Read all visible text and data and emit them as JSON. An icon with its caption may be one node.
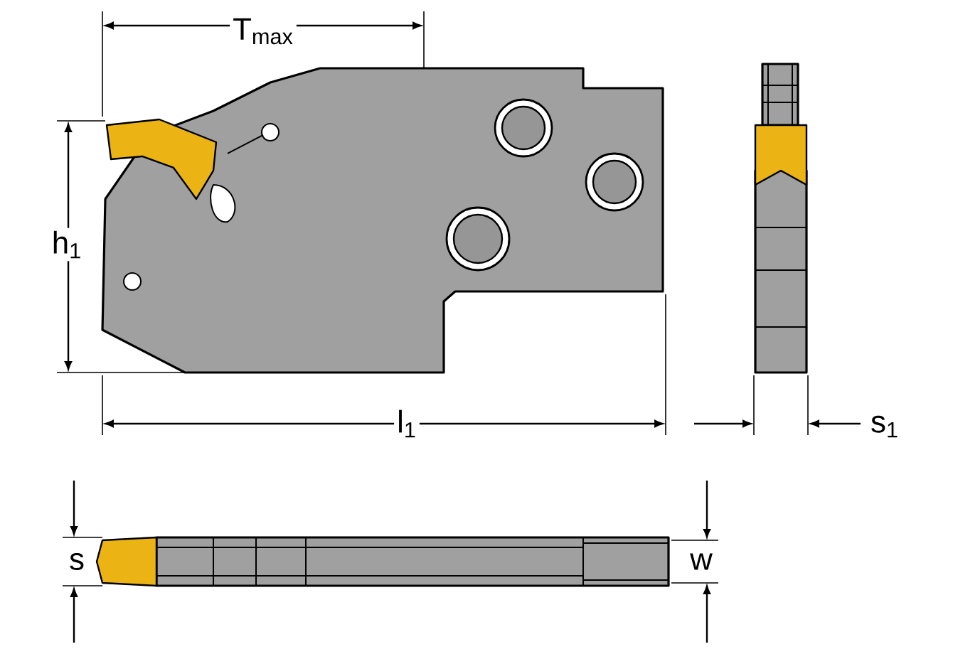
{
  "diagram": {
    "labels": [
      "T$_{max}$",
      "h$_{1}$",
      "l$_{1}$",
      "s$_{1}$",
      "s",
      "w"
    ]
  }
}
